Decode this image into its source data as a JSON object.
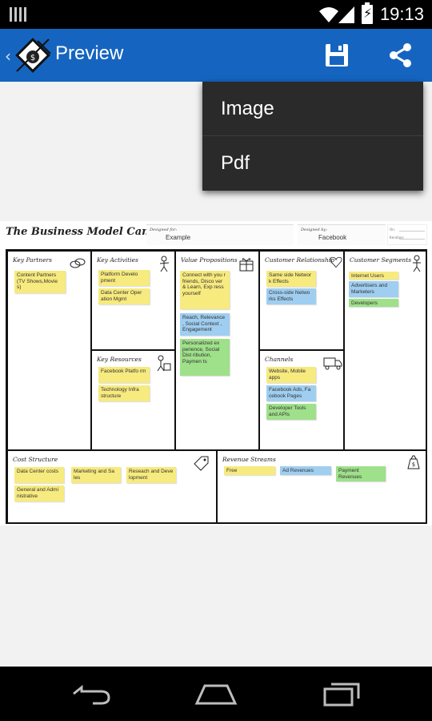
{
  "status_bar": {
    "time": "19:13"
  },
  "action_bar": {
    "title": "Preview",
    "icons": [
      "back-icon",
      "app-logo",
      "save-icon",
      "share-icon"
    ]
  },
  "menu": {
    "items": [
      "Image",
      "Pdf"
    ]
  },
  "canvas": {
    "title": "The Business Model Canvas",
    "designed_for_label": "Designed for:",
    "designed_for": "Example",
    "designed_by_label": "Designed by:",
    "designed_by": "Facebook",
    "meta_labels": [
      "On:",
      "Iteration:"
    ],
    "blocks": {
      "key_partners": {
        "title": "Key Partners",
        "notes": [
          "Content Partners (TV Shows,Movie s)"
        ]
      },
      "key_activities": {
        "title": "Key Activities",
        "notes": [
          "Platform Develo pment",
          "Data Center Oper ation Mgmt"
        ]
      },
      "value_propositions": {
        "title": "Value Propositions",
        "notes": [
          "Connect with you r friends, Disco ver & Learn, Exp ress yourself",
          "Reach, Relevance , Social Context , Engagement",
          "Personalized ex perience, Social Dist ribution, Paymen ts"
        ]
      },
      "customer_relationship": {
        "title": "Customer Relationship",
        "notes": [
          "Same side Networ k Effects",
          "Cross-side Netwo rks Effects"
        ]
      },
      "customer_segments": {
        "title": "Customer Segments",
        "notes": [
          "Internet Users",
          "Advertisers and Marketers",
          "Developers"
        ]
      },
      "key_resources": {
        "title": "Key Resources",
        "notes": [
          "Facebook Platfo rm",
          "Technology Infra structure"
        ]
      },
      "channels": {
        "title": "Channels",
        "notes": [
          "Website, Mobile apps",
          "Facebook Ads, Fa cebook Pages",
          "Developer Tools and APIs"
        ]
      },
      "cost_structure": {
        "title": "Cost Structure",
        "notes": [
          "Data Center costs",
          "Marketing and Sa les",
          "Reseach and Deve lopment",
          "General and Admi nistrative"
        ]
      },
      "revenue_streams": {
        "title": "Revenue Streams",
        "notes": [
          "Free",
          "Ad Revenues",
          "Payment Revenues"
        ]
      }
    }
  },
  "note_colors": {
    "yellow": "#f7ea7e",
    "blue": "#9fcef0",
    "green": "#9fe08a"
  },
  "nav_bar": {
    "icons": [
      "back-nav-icon",
      "home-nav-icon",
      "recents-nav-icon"
    ]
  },
  "colors": {
    "action_bar": "#1565c0",
    "menu_bg": "#2a2a2a"
  }
}
